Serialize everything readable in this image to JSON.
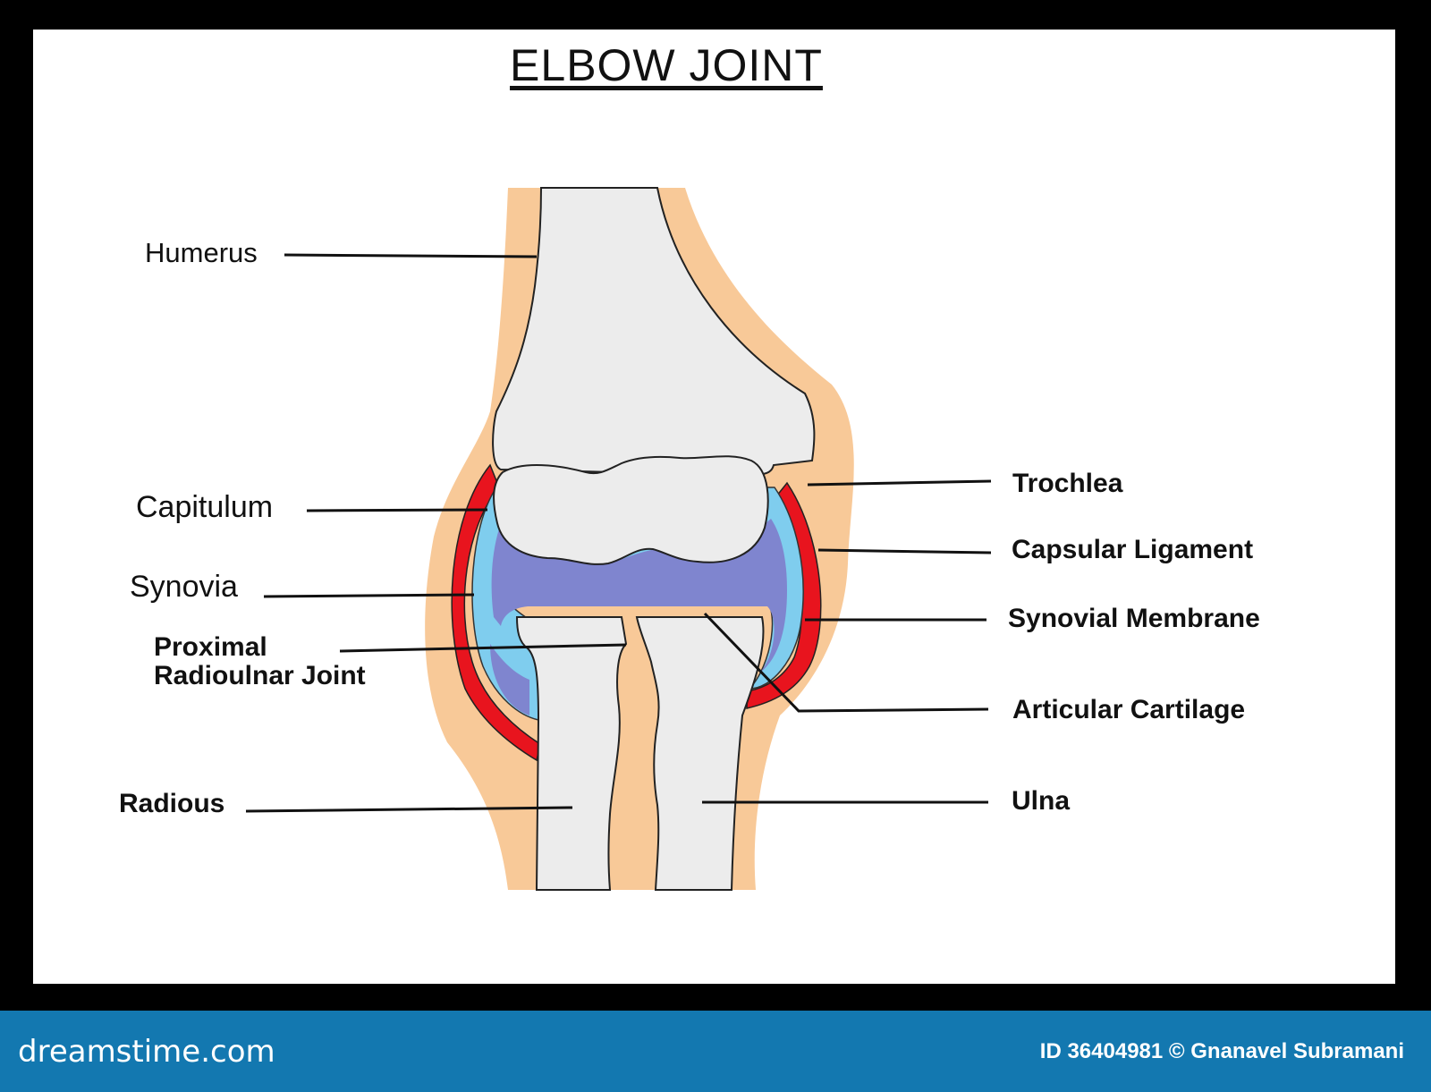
{
  "title": "ELBOW JOINT",
  "labels": {
    "humerus": "Humerus",
    "capitulum": "Capitulum",
    "synovia": "Synovia",
    "proximal_radioulnar_joint_line1": "Proximal",
    "proximal_radioulnar_joint_line2": "Radioulnar Joint",
    "radious": "Radious",
    "trochlea": "Trochlea",
    "capsular_ligament": "Capsular Ligament",
    "synovial_membrane": "Synovial Membrane",
    "articular_cartilage": "Articular Cartilage",
    "ulna": "Ulna"
  },
  "footer": {
    "brand": "dreamstime.com",
    "credit": "ID 36404981 © Gnanavel Subramani"
  },
  "colors": {
    "soft_tissue": "#f8c998",
    "bone": "#ececec",
    "capsule": "#e8141e",
    "synovial_membrane": "#7fcdee",
    "synovia": "#7f85cf",
    "footer": "#1378b0"
  }
}
